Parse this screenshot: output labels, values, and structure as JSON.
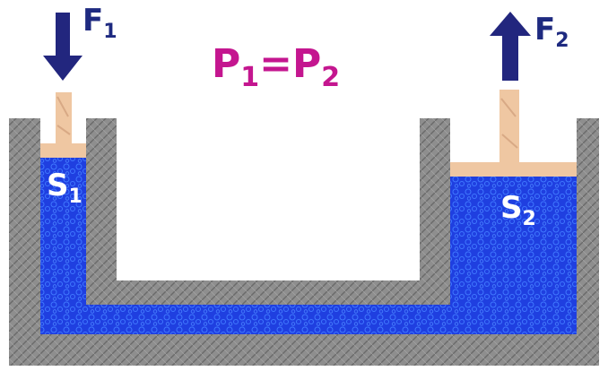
{
  "labels": {
    "force_in": {
      "letter": "F",
      "sub": "1"
    },
    "force_out": {
      "letter": "F",
      "sub": "2"
    },
    "area_in": {
      "letter": "S",
      "sub": "1"
    },
    "area_out": {
      "letter": "S",
      "sub": "2"
    },
    "equation": {
      "p1": "P",
      "p1_sub": "1",
      "eq": "=",
      "p2": "P",
      "p2_sub": "2"
    }
  },
  "arrows": {
    "force_in_direction": "down",
    "force_out_direction": "up"
  },
  "colors": {
    "fluid": "#1f3fe0",
    "fluid_bubble": "#3f78ff",
    "wall": "#8e8e8e",
    "wall_texture": "#6a6a6a",
    "piston": "#efc7a2",
    "arrow": "#22267e",
    "equation": "#c4168f",
    "area_label": "#ffffff",
    "force_label": "#1e2a80"
  }
}
